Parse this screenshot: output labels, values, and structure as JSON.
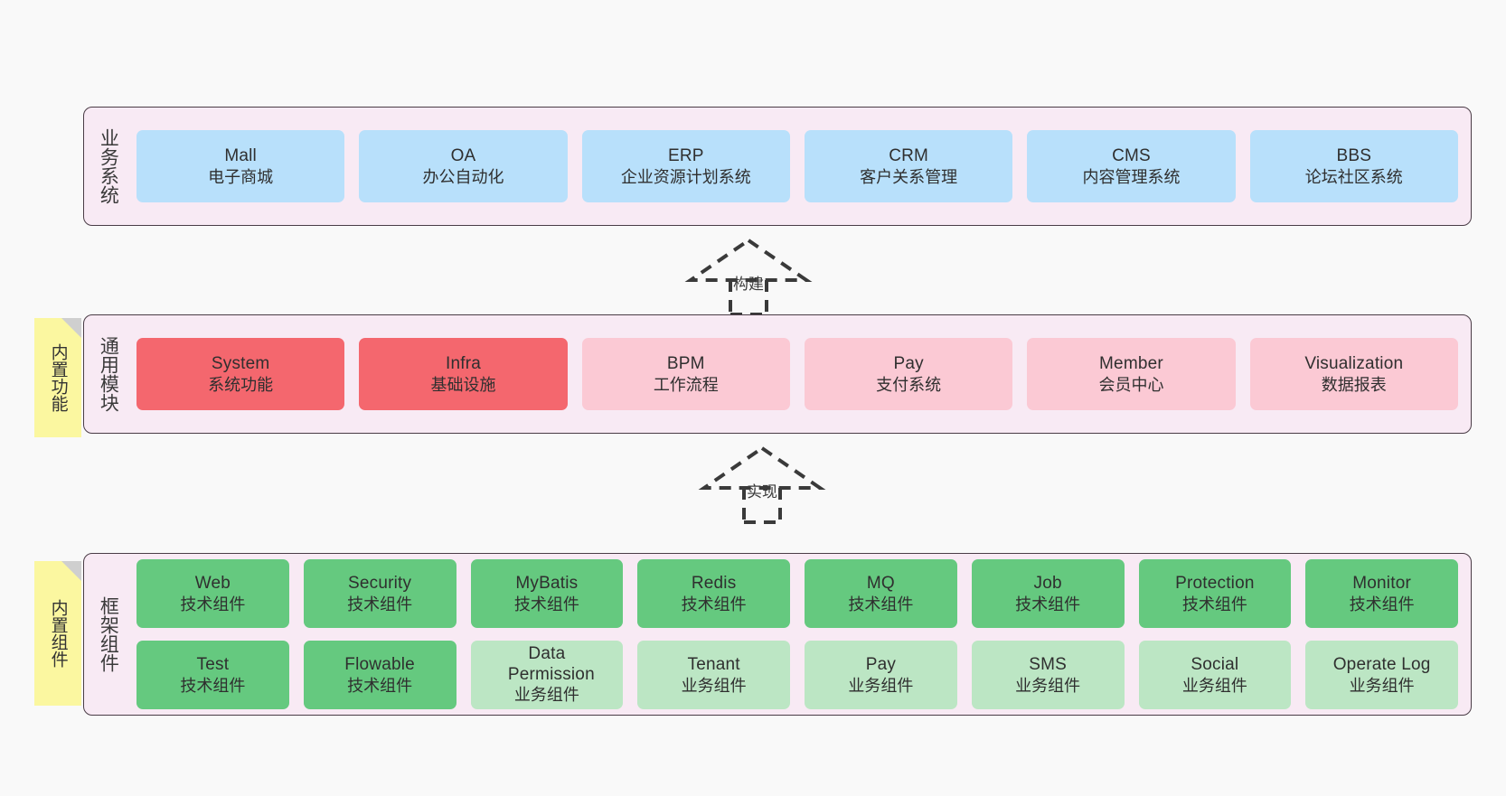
{
  "diagram": {
    "background": "#f9f9f9",
    "panel_bg": "#f8eaf4",
    "panel_border": "#4a3c46",
    "sticky_bg": "#fbf7a0"
  },
  "layers": [
    {
      "title": "业务系统",
      "sticky": null,
      "rows": [
        {
          "cards": [
            {
              "en": "Mall",
              "cn": "电子商城",
              "color": "#b8e0fb",
              "style": "blue"
            },
            {
              "en": "OA",
              "cn": "办公自动化",
              "color": "#b8e0fb",
              "style": "blue"
            },
            {
              "en": "ERP",
              "cn": "企业资源计划系统",
              "color": "#b8e0fb",
              "style": "blue"
            },
            {
              "en": "CRM",
              "cn": "客户关系管理",
              "color": "#b8e0fb",
              "style": "blue"
            },
            {
              "en": "CMS",
              "cn": "内容管理系统",
              "color": "#b8e0fb",
              "style": "blue"
            },
            {
              "en": "BBS",
              "cn": "论坛社区系统",
              "color": "#b8e0fb",
              "style": "blue"
            }
          ]
        }
      ]
    },
    {
      "title": "通用模块",
      "sticky": "内置功能",
      "rows": [
        {
          "cards": [
            {
              "en": "System",
              "cn": "系统功能",
              "color": "#f4676e",
              "style": "red"
            },
            {
              "en": "Infra",
              "cn": "基础设施",
              "color": "#f4676e",
              "style": "red"
            },
            {
              "en": "BPM",
              "cn": "工作流程",
              "color": "#fbc9d4",
              "style": "pink"
            },
            {
              "en": "Pay",
              "cn": "支付系统",
              "color": "#fbc9d4",
              "style": "pink"
            },
            {
              "en": "Member",
              "cn": "会员中心",
              "color": "#fbc9d4",
              "style": "pink"
            },
            {
              "en": "Visualization",
              "cn": "数据报表",
              "color": "#fbc9d4",
              "style": "pink"
            }
          ]
        }
      ]
    },
    {
      "title": "框架组件",
      "sticky": "内置组件",
      "rows": [
        {
          "cards": [
            {
              "en": "Web",
              "cn": "技术组件",
              "color": "#65c97f",
              "style": "green"
            },
            {
              "en": "Security",
              "cn": "技术组件",
              "color": "#65c97f",
              "style": "green"
            },
            {
              "en": "MyBatis",
              "cn": "技术组件",
              "color": "#65c97f",
              "style": "green"
            },
            {
              "en": "Redis",
              "cn": "技术组件",
              "color": "#65c97f",
              "style": "green"
            },
            {
              "en": "MQ",
              "cn": "技术组件",
              "color": "#65c97f",
              "style": "green"
            },
            {
              "en": "Job",
              "cn": "技术组件",
              "color": "#65c97f",
              "style": "green"
            },
            {
              "en": "Protection",
              "cn": "技术组件",
              "color": "#65c97f",
              "style": "green"
            },
            {
              "en": "Monitor",
              "cn": "技术组件",
              "color": "#65c97f",
              "style": "green"
            }
          ]
        },
        {
          "cards": [
            {
              "en": "Test",
              "cn": "技术组件",
              "color": "#65c97f",
              "style": "green"
            },
            {
              "en": "Flowable",
              "cn": "技术组件",
              "color": "#65c97f",
              "style": "green"
            },
            {
              "en": "Data Permission",
              "cn": "业务组件",
              "color": "#bce6c4",
              "style": "lgreen"
            },
            {
              "en": "Tenant",
              "cn": "业务组件",
              "color": "#bce6c4",
              "style": "lgreen"
            },
            {
              "en": "Pay",
              "cn": "业务组件",
              "color": "#bce6c4",
              "style": "lgreen"
            },
            {
              "en": "SMS",
              "cn": "业务组件",
              "color": "#bce6c4",
              "style": "lgreen"
            },
            {
              "en": "Social",
              "cn": "业务组件",
              "color": "#bce6c4",
              "style": "lgreen"
            },
            {
              "en": "Operate Log",
              "cn": "业务组件",
              "color": "#bce6c4",
              "style": "lgreen"
            }
          ]
        }
      ]
    }
  ],
  "connectors": [
    {
      "label": "构建"
    },
    {
      "label": "实现"
    }
  ]
}
